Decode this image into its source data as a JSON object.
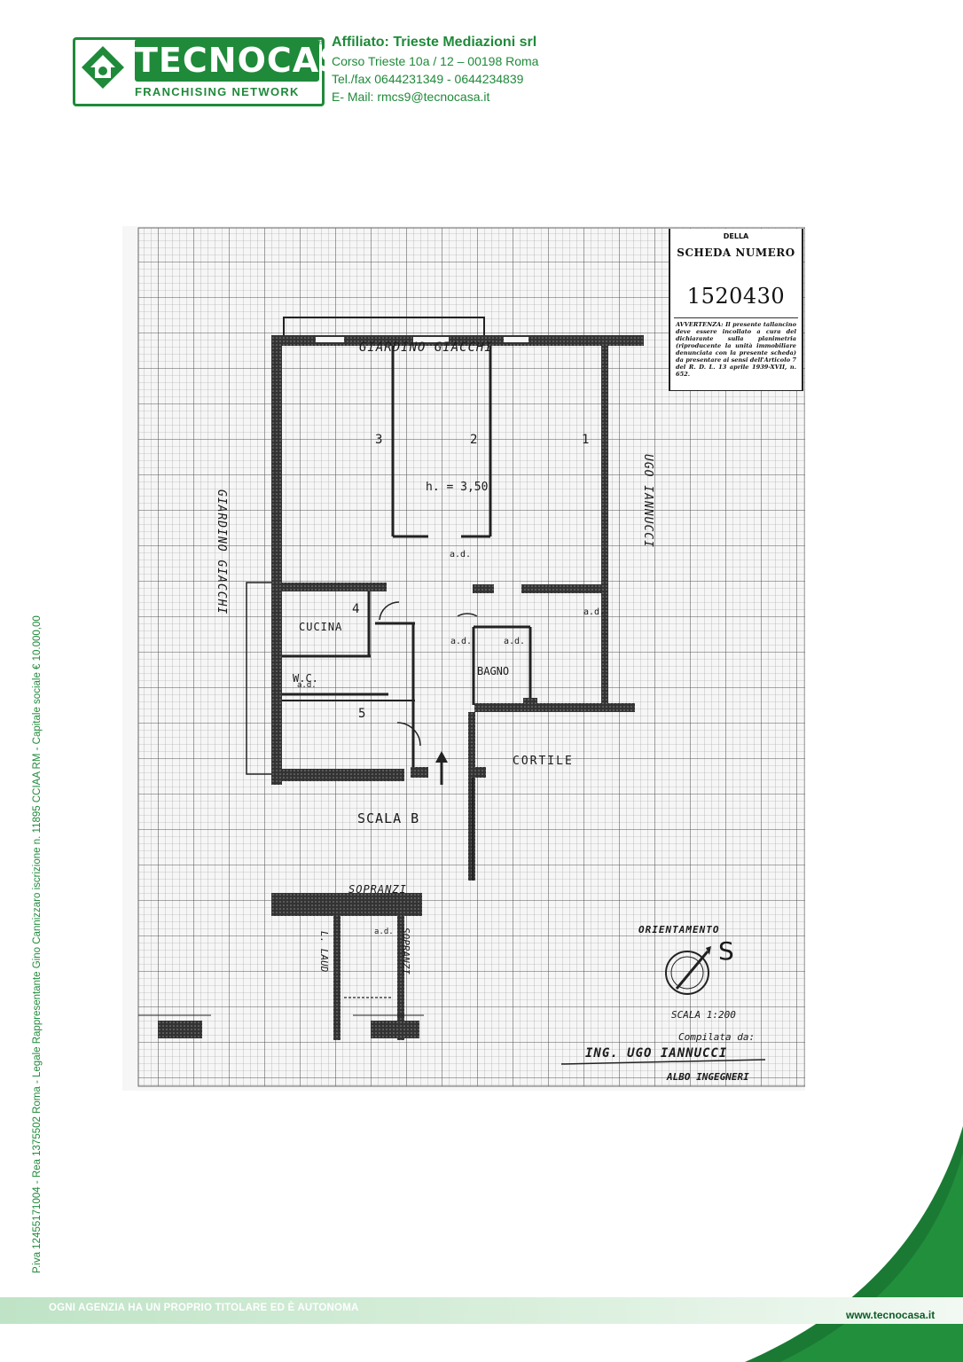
{
  "brand": {
    "name": "TECNOCASA",
    "registered": "®",
    "tagline": "FRANCHISING NETWORK",
    "color": "#1f8a3a"
  },
  "header": {
    "affiliate": "Affiliato: Trieste Mediazioni srl",
    "address": "Corso Trieste 10a / 12 – 00198 Roma",
    "phone": "Tel./fax 0644231349 - 0644234839",
    "email": "E- Mail: rmcs9@tecnocasa.it"
  },
  "legal": "P.iva 12455171004 - Rea 1375502 Roma - Legale Rappresentante Gino Cannizzaro iscrizione n. 11895  CCIAA RM - Capitale sociale € 10.000,00",
  "scheda": {
    "della": "DELLA",
    "title": "SCHEDA NUMERO",
    "number": "1520430",
    "warning": "AVVERTENZA: Il presente tallancino deve essere incollato a cura del dichiarante sulla planimetria (riproducente la unità immobiliare denunciata con la presente scheda) da presentare ai sensi dell'Articolo 7 del R. D. L. 13 aprile 1939-XVII, n. 652."
  },
  "plan": {
    "north_side": "GIARDINO  GIACCHI",
    "west_side": "GIARDINO  GIACCHI",
    "east_side": "UGO  IANNUCCI",
    "height": "h. = 3,50",
    "room_1": "1",
    "room_2": "2",
    "room_3": "3",
    "room_4": "4",
    "room_5": "5",
    "kitchen": "CUCINA",
    "wc": "W.C.",
    "bathroom": "BAGNO",
    "courtyard": "CORTILE",
    "stair": "SCALA  B",
    "south_neighbor": "SOPRANZI",
    "south_left": "L. LAUD",
    "south_right": "SOPRANZI",
    "ad_marks": [
      "a.d.",
      "a.d.",
      "a.d.",
      "a.d.",
      "a.d.",
      "a.d."
    ],
    "orientation_label": "ORIENTAMENTO",
    "orientation_letter": "S",
    "scale": "SCALA 1:200",
    "compiled_by": "Compilata da:",
    "engineer": "ING. UGO IANNUCCI",
    "footer_hand": "ALBO INGEGNERI"
  },
  "footer": {
    "slogan": "OGNI AGENZIA HA UN PROPRIO TITOLARE ED È AUTONOMA",
    "url": "www.tecnocasa.it"
  }
}
